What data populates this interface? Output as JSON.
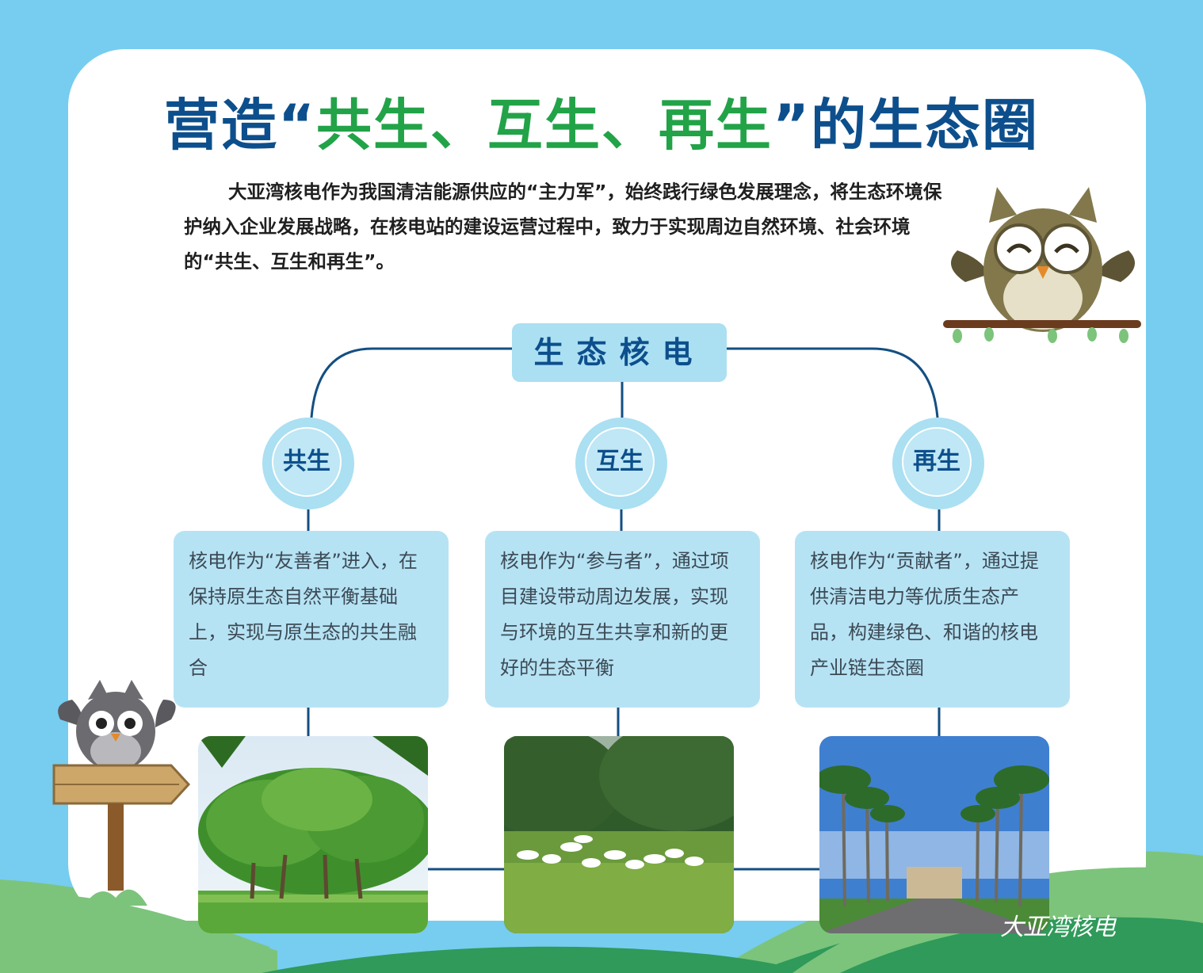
{
  "page": {
    "title_parts": [
      "营造“",
      "共生、互生、再生",
      "”的生态圈"
    ],
    "intro": "大亚湾核电作为我国清洁能源供应的“主力军”，始终践行绿色发展理念，将生态环境保护纳入企业发展战略，在核电站的建设运营过程中，致力于实现周边自然环境、社会环境的“共生、互生和再生”。",
    "center_label": "生态核电",
    "branches": [
      {
        "label": "共生",
        "text": "核电作为“友善者”进入，在保持原生态自然平衡基础上，实现与原生态的共生融合",
        "photo": "banyan-tree-photo"
      },
      {
        "label": "互生",
        "text": "核电作为“参与者”，通过项目建设带动周边发展，实现与环境的互生共享和新的更好的生态平衡",
        "photo": "egrets-on-grass-photo"
      },
      {
        "label": "再生",
        "text": "核电作为“贡献者”，通过提供清洁电力等优质生态产品，构建绿色、和谐的核电产业链生态圈",
        "photo": "palm-road-photo"
      }
    ],
    "signature": "大亚湾核电"
  },
  "colors": {
    "background": "#76cdf0",
    "title_blue": "#0d4f8c",
    "title_green": "#22a348",
    "box_fill": "#abdff2",
    "connector": "#134f82",
    "hill_dark": "#2f9a5a",
    "hill_light": "#7cc47b"
  },
  "icons": [
    "owl-on-branch-icon",
    "owl-on-signpost-icon"
  ]
}
